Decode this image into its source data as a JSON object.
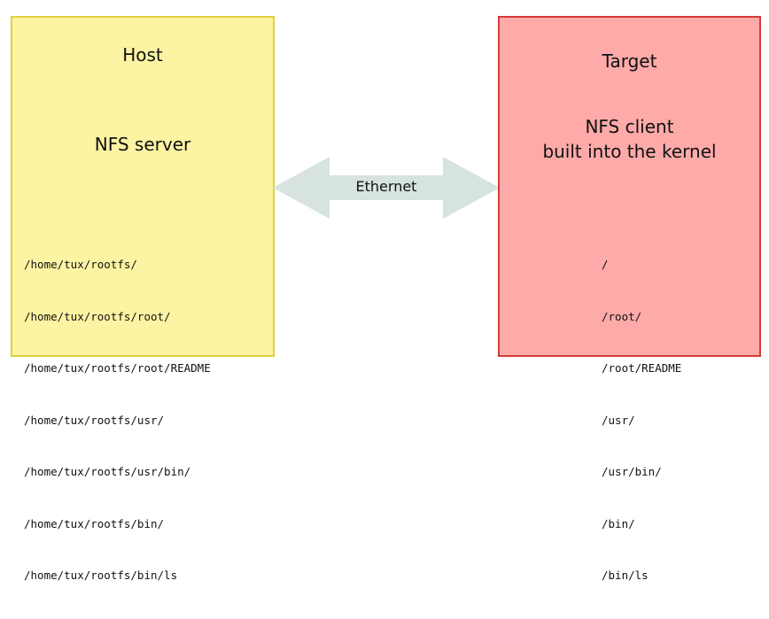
{
  "host": {
    "title": "Host",
    "role_lines": [
      "NFS server"
    ],
    "paths": [
      "/home/tux/rootfs/",
      "/home/tux/rootfs/root/",
      "/home/tux/rootfs/root/README",
      "/home/tux/rootfs/usr/",
      "/home/tux/rootfs/usr/bin/",
      "/home/tux/rootfs/bin/",
      "/home/tux/rootfs/bin/ls"
    ]
  },
  "target": {
    "title": "Target",
    "role_lines": [
      "NFS client",
      "built into the kernel"
    ],
    "paths": [
      "/",
      "/root/",
      "/root/README",
      "/usr/",
      "/usr/bin/",
      "/bin/",
      "/bin/ls"
    ]
  },
  "link": {
    "label": "Ethernet"
  },
  "colors": {
    "host_fill": "#fdf4a3",
    "host_border": "#e0cf3c",
    "target_fill": "#fdaaa9",
    "target_border": "#d63a38",
    "arrow_fill": "#d7e3e1"
  }
}
